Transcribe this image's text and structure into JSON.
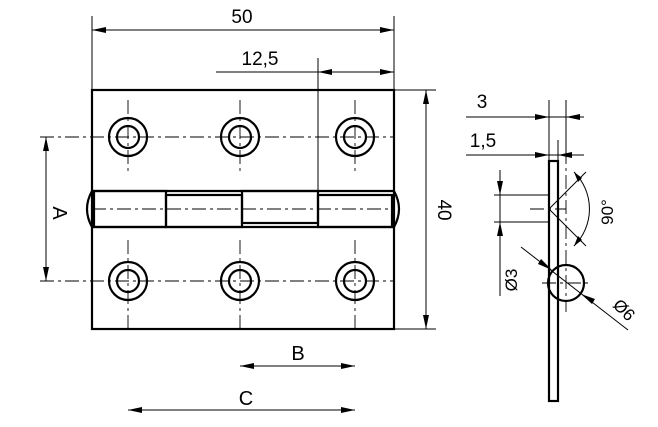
{
  "front_view": {
    "dim_width": "50",
    "dim_offset": "12,5",
    "dim_height": "40",
    "dim_a": "A",
    "dim_b": "B",
    "dim_c": "C"
  },
  "side_view": {
    "dim_leaf": "3",
    "dim_thickness": "1,5",
    "dim_angle": "90°",
    "dim_hole": "Ø3",
    "dim_pin": "Ø6"
  }
}
